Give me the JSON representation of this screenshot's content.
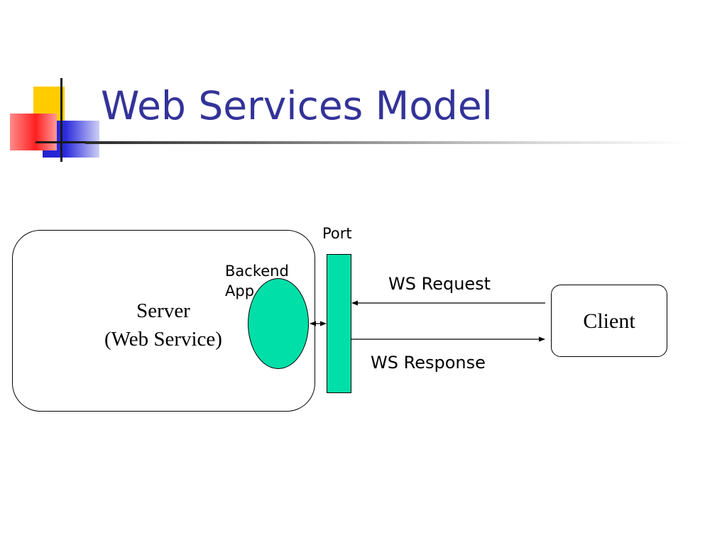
{
  "slide": {
    "title": "Web Services Model"
  },
  "diagram": {
    "server": {
      "line1": "Server",
      "line2": "(Web Service)"
    },
    "backend": {
      "line1": "Backend",
      "line2": "App"
    },
    "port": {
      "label": "Port"
    },
    "client": {
      "label": "Client"
    },
    "request": {
      "label": "WS Request"
    },
    "response": {
      "label": "WS Response"
    }
  },
  "colors": {
    "title": "#333399",
    "component_fill": "#00dfa8",
    "logo_yellow": "#ffcc00",
    "logo_red": "#ff2020",
    "logo_blue": "#2222cc"
  }
}
